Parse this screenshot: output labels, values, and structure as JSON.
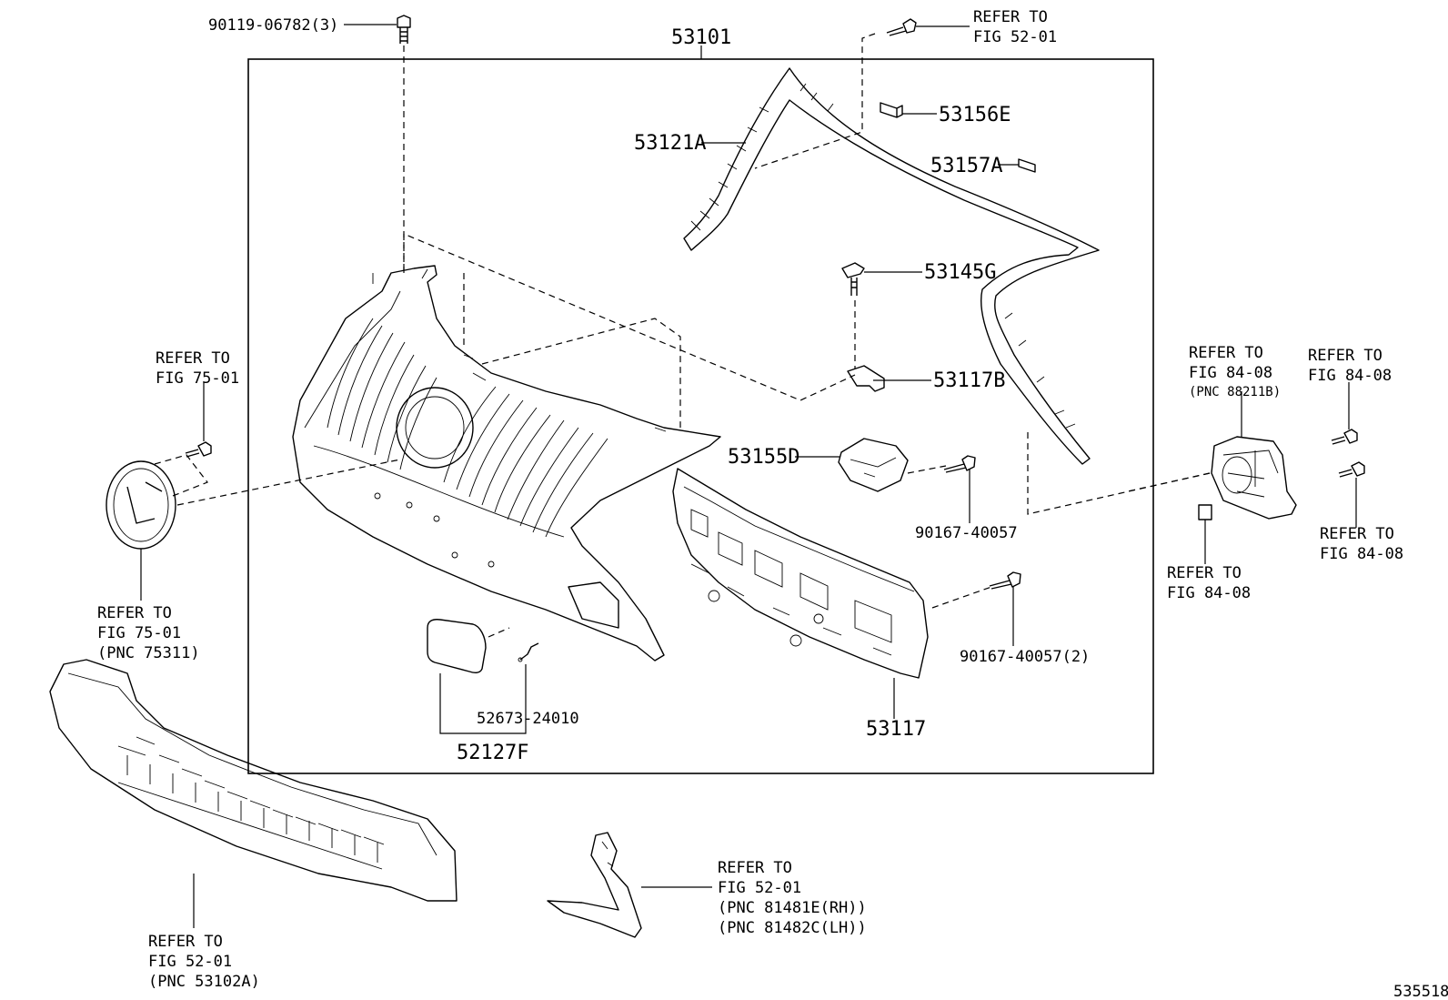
{
  "labels": {
    "bolt_top": "90119-06782(3)",
    "assembly": "53101",
    "refer_52_01_top_a": "REFER TO",
    "refer_52_01_top_b": "FIG 52-01",
    "p53156e": "53156E",
    "p53121a": "53121A",
    "p53157a": "53157A",
    "p53145g": "53145G",
    "p53117b": "53117B",
    "p53155d": "53155D",
    "p90167a": "90167-40057",
    "p90167b": "90167-40057(2)",
    "p53117": "53117",
    "p52673": "52673-24010",
    "p52127f": "52127F",
    "ref75_a1": "REFER TO",
    "ref75_a2": "FIG 75-01",
    "ref75_b1": "REFER TO",
    "ref75_b2": "FIG 75-01",
    "ref75_b3": "(PNC 75311)",
    "ref84_a1": "REFER TO",
    "ref84_a2": "FIG 84-08",
    "ref84_a3": "(PNC 88211B)",
    "ref84_b1": "REFER TO",
    "ref84_b2": "FIG 84-08",
    "ref84_c1": "REFER TO",
    "ref84_c2": "FIG 84-08",
    "ref84_d1": "REFER TO",
    "ref84_d2": "FIG 84-08",
    "ref52_b1": "REFER TO",
    "ref52_b2": "FIG 52-01",
    "ref52_b3": "(PNC 81481E(RH))",
    "ref52_b4": "(PNC 81482C(LH))",
    "ref52_c1": "REFER TO",
    "ref52_c2": "FIG 52-01",
    "ref52_c3": "(PNC 53102A)",
    "diagram_id": "535518"
  }
}
